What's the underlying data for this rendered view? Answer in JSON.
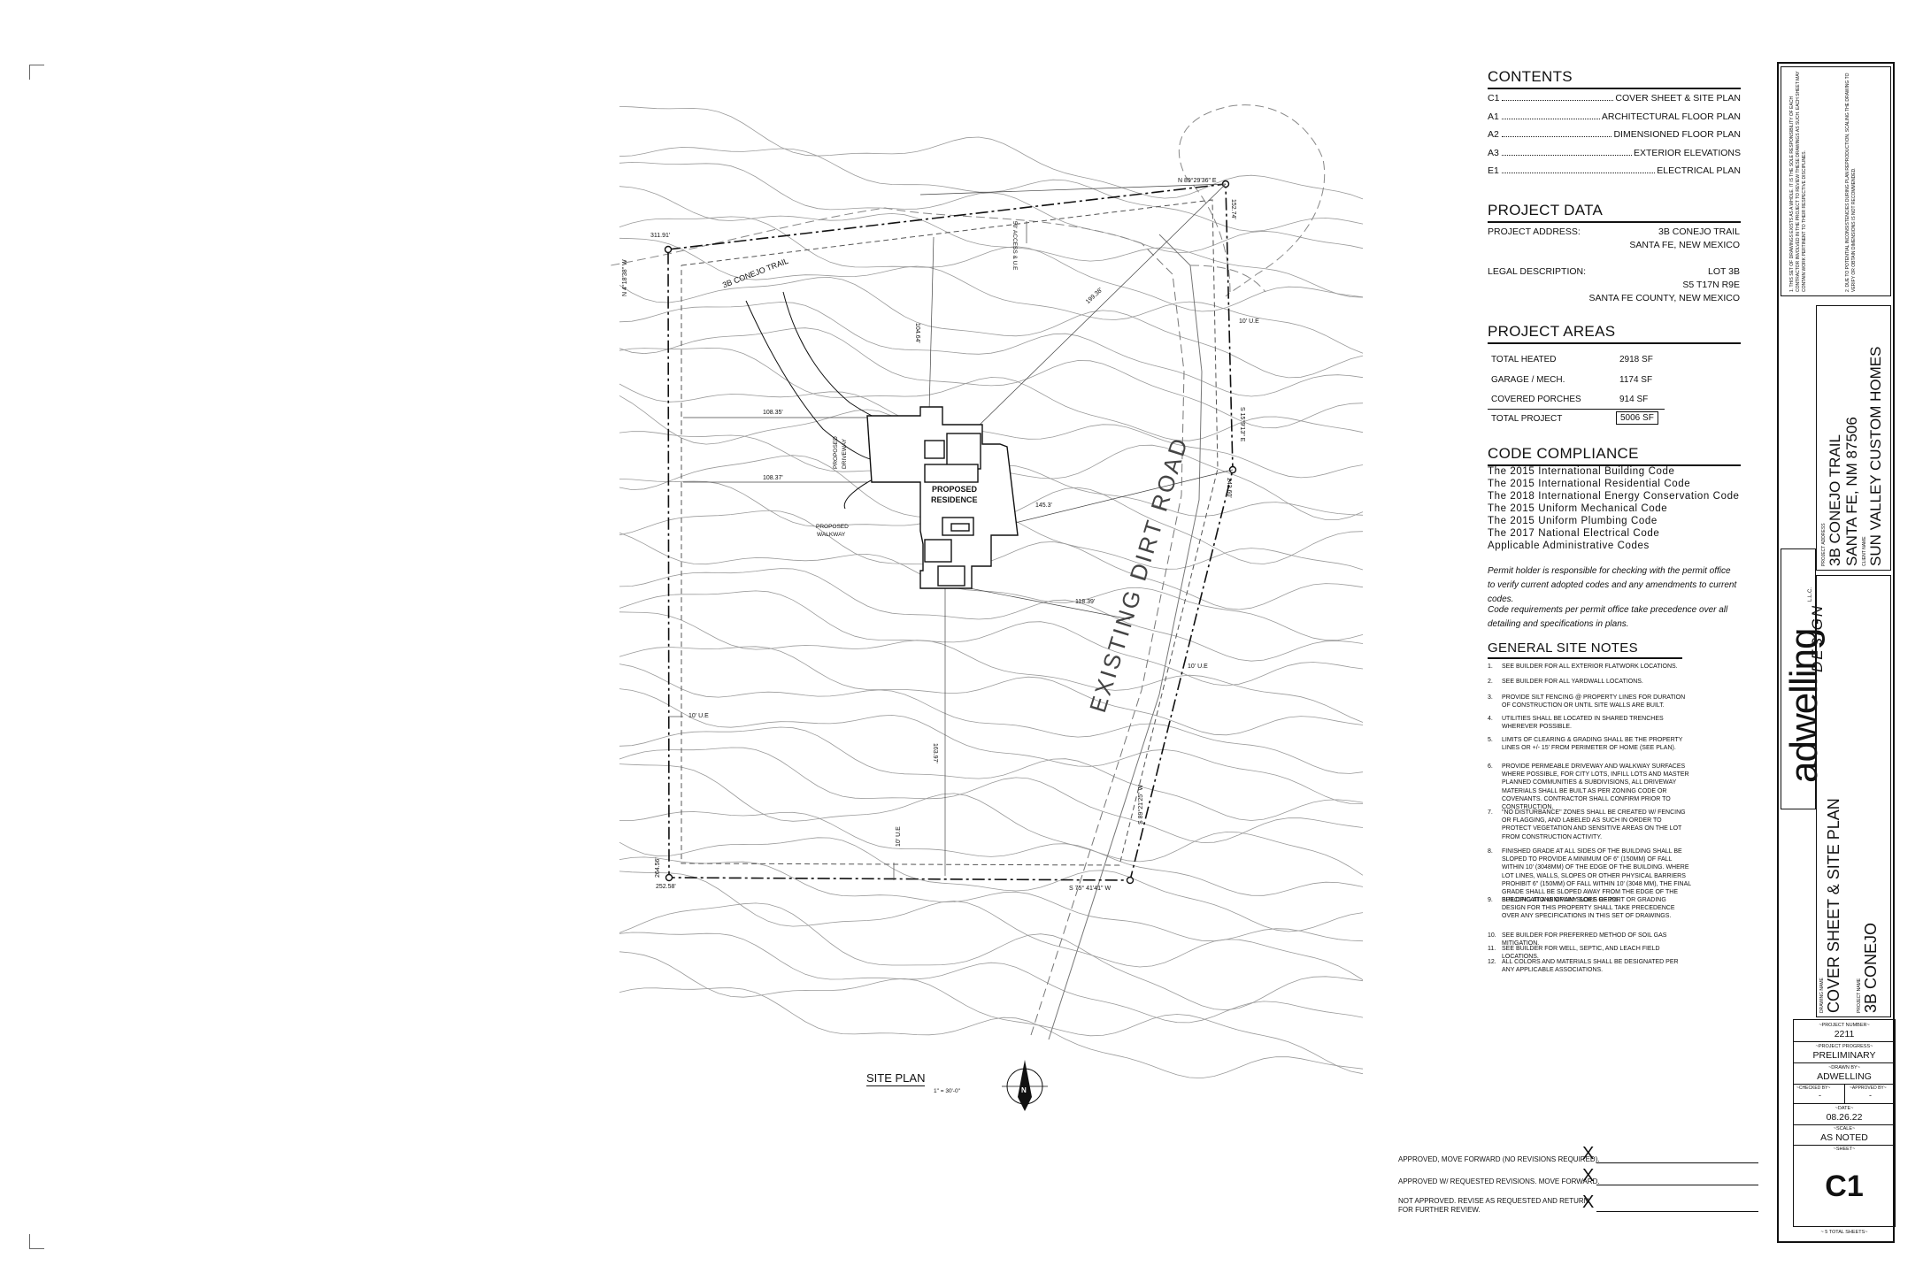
{
  "drawing": {
    "road_label": "3B CONEJO TRAIL",
    "dirt_road_label": "EXISTING DIRT ROAD",
    "residence_label_1": "PROPOSED",
    "residence_label_2": "RESIDENCE",
    "driveway_label_1": "PROPOSED",
    "driveway_label_2": "DRIVEWAY",
    "walkway_label_1": "PROPOSED",
    "walkway_label_2": "WALKWAY",
    "access_label": "50' ACCESS & U.E",
    "dims": {
      "d_311": "311.91'",
      "d_north": "N 89°29'36\" E",
      "d_152": "152.74'",
      "d_nw": "N 4°18'38\" W",
      "d_104": "104.64'",
      "d_199": "199.38'",
      "d_ue_top": "10' U.E",
      "d_108a": "108.35'",
      "d_108b": "108.37'",
      "d_east": "S 15°9'13\" E",
      "d_243": "243.60'",
      "d_145": "145.3'",
      "d_118": "118.39'",
      "d_ue_right": "10' U.E",
      "d_ue_left": "10' U.E",
      "d_163": "163.97'",
      "d_ue_bottom": "10' U.E",
      "d_sw": "S 89°21'25\" W",
      "d_252": "252.58'",
      "d_south": "S 75° 41'41\" W",
      "d_264": "264.56'"
    },
    "site_plan_title": "SITE PLAN",
    "site_plan_scale": "1\" = 30'-0\"",
    "north_label": "N"
  },
  "contents": {
    "title": "CONTENTS",
    "items": [
      {
        "code": "C1",
        "name": "COVER SHEET & SITE PLAN"
      },
      {
        "code": "A1",
        "name": "ARCHITECTURAL FLOOR PLAN"
      },
      {
        "code": "A2",
        "name": "DIMENSIONED FLOOR PLAN"
      },
      {
        "code": "A3",
        "name": "EXTERIOR ELEVATIONS"
      },
      {
        "code": "E1",
        "name": "ELECTRICAL PLAN"
      }
    ]
  },
  "project_data": {
    "title": "PROJECT DATA",
    "address_label": "PROJECT ADDRESS:",
    "address_1": "3B CONEJO TRAIL",
    "address_2": "SANTA FE, NEW MEXICO",
    "legal_label": "LEGAL DESCRIPTION:",
    "legal_1": "LOT 3B",
    "legal_2": "S5 T17N R9E",
    "legal_3": "SANTA FE COUNTY, NEW MEXICO"
  },
  "project_areas": {
    "title": "PROJECT AREAS",
    "rows": [
      {
        "label": "TOTAL HEATED",
        "value": "2918 SF"
      },
      {
        "label": "GARAGE / MECH.",
        "value": "1174 SF"
      },
      {
        "label": "COVERED PORCHES",
        "value": "914 SF"
      },
      {
        "label": "TOTAL PROJECT",
        "value": "5006 SF"
      }
    ]
  },
  "code_compliance": {
    "title": "CODE COMPLIANCE",
    "codes": [
      "The 2015 International Building Code",
      "The 2015 International Residential Code",
      "The 2018 International Energy Conservation Code",
      "The 2015 Uniform Mechanical Code",
      "The 2015 Uniform Plumbing Code",
      "The 2017 National Electrical Code",
      "Applicable Administrative Codes"
    ],
    "note_1a": "Permit holder is responsible for checking with the permit office",
    "note_1b": "to verify current adopted codes and any amendments to current codes.",
    "note_2a": "Code requirements per permit office take precedence over all",
    "note_2b": "detailing and specifications in plans."
  },
  "site_notes": {
    "title": "GENERAL SITE NOTES",
    "notes": [
      "SEE BUILDER FOR ALL EXTERIOR FLATWORK LOCATIONS.",
      "SEE BUILDER FOR ALL YARDWALL LOCATIONS.",
      "PROVIDE SILT FENCING @ PROPERTY LINES FOR DURATION OF CONSTRUCTION OR UNTIL SITE WALLS ARE BUILT.",
      "UTILITIES SHALL BE LOCATED IN SHARED TRENCHES WHEREVER POSSIBLE.",
      "LIMITS OF CLEARING & GRADING SHALL BE THE PROPERTY LINES OR +/- 15' FROM PERIMETER OF HOME (SEE PLAN).",
      "PROVIDE PERMEABLE DRIVEWAY AND WALKWAY SURFACES WHERE POSSIBLE, FOR CITY LOTS, INFILL LOTS AND MASTER PLANNED COMMUNITIES & SUBDIVISIONS, ALL DRIVEWAY MATERIALS SHALL BE BUILT AS PER ZONING CODE OR COVENANTS. CONTRACTOR SHALL CONFIRM PRIOR TO CONSTRUCTION.",
      "\"NO DISTURBANCE\" ZONES SHALL BE CREATED w/ FENCING OR FLAGGING, AND LABELED AS SUCH IN ORDER TO PROTECT VEGETATION AND SENSITIVE AREAS ON THE LOT FROM CONSTRUCTION ACTIVITY.",
      "FINISHED GRADE AT ALL SIDES OF THE BUILDING SHALL BE SLOPED TO PROVIDE A MINIMUM OF 6\" (150MM) OF FALL WITHIN 10' (3048MM) OF THE EDGE OF THE BUILDING. WHERE LOT LINES, WALLS, SLOPES OR OTHER PHYSICAL BARRIERS PROHIBIT 6\" (150MM) OF FALL WITHIN 10' (3048 MM), THE FINAL GRADE SHALL BE SLOPED AWAY FROM THE EDGE OF THE BUILDING AT A MINIMUM SLOPE OF 2%.",
      "SPECIFICATIONS OF ANY SOILS REPORT OR GRADING DESIGN FOR THIS PROPERTY SHALL TAKE PRECEDENCE OVER ANY SPECIFICATIONS IN THIS SET OF DRAWINGS.",
      "SEE BUILDER FOR PREFERRED METHOD OF SOIL GAS MITIGATION.",
      "SEE BUILDER FOR WELL, SEPTIC, AND LEACH FIELD LOCATIONS.",
      "ALL COLORS AND MATERIALS SHALL BE DESIGNATED PER ANY APPLICABLE ASSOCIATIONS."
    ]
  },
  "approvals": {
    "a1": "APPROVED, MOVE FORWARD (NO REVISIONS REQUIRED).",
    "a2": "APPROVED w/ REQUESTED REVISIONS. MOVE FORWARD.",
    "a3a": "NOT APPROVED. REVISE AS REQUESTED AND RETURN",
    "a3b": "FOR FURTHER REVIEW.",
    "x": "X"
  },
  "title_block": {
    "note_1": "1. THIS SET OF DRAWINGS EXISTS AS A WHOLE. IT IS THE SOLE RESPONSIBILITY OF EACH CONTRACTOR INVOLVED IN THE PROJECT TO REVIEW THESE DRAWINGS AS SUCH. EACH SHEET MAY CONTAIN WORK PERTINENT TO THEIR RESPECTIVE DISCIPLINES.",
    "note_2": "2. DUE TO POTENTIAL INCONSISTENCIES DURING PLAN REPRODUCTION, SCALING THE DRAWING TO VERIFY OR OBTAIN DIMENSIONS IS NOT RECOMMENDED.",
    "logo_main": "adwelling",
    "logo_sub": "DESIGN",
    "logo_llc": "L.L.C.",
    "address_label": "PROJECT ADDRESS",
    "address_1": "3B CONEJO TRAIL",
    "address_2": "SANTA FE, NM 87506",
    "client_label": "CLIENT NAME",
    "client": "SUN VALLEY CUSTOM HOMES",
    "drawing_label": "DRAWING NAME",
    "drawing_name": "COVER SHEET & SITE PLAN",
    "project_label": "PROJECT NAME",
    "project_name": "3B CONEJO",
    "number_label": "~PROJECT NUMBER~",
    "number": "2211",
    "progress_label": "~PROJECT PROGRESS~",
    "progress": "PRELIMINARY",
    "drawn_label": "~DRAWN BY~",
    "drawn": "ADWELLING",
    "checked_label": "~CHECKED BY~",
    "checked": "-",
    "approved_label": "~APPROVED BY~",
    "approved": "-",
    "date_label": "~DATE~",
    "date": "08.26.22",
    "scale_label": "~SCALE~",
    "scale": "AS NOTED",
    "sheet_label": "~SHEET~",
    "sheet": "C1",
    "total_sheets": "~ 5 TOTAL SHEETS~"
  }
}
